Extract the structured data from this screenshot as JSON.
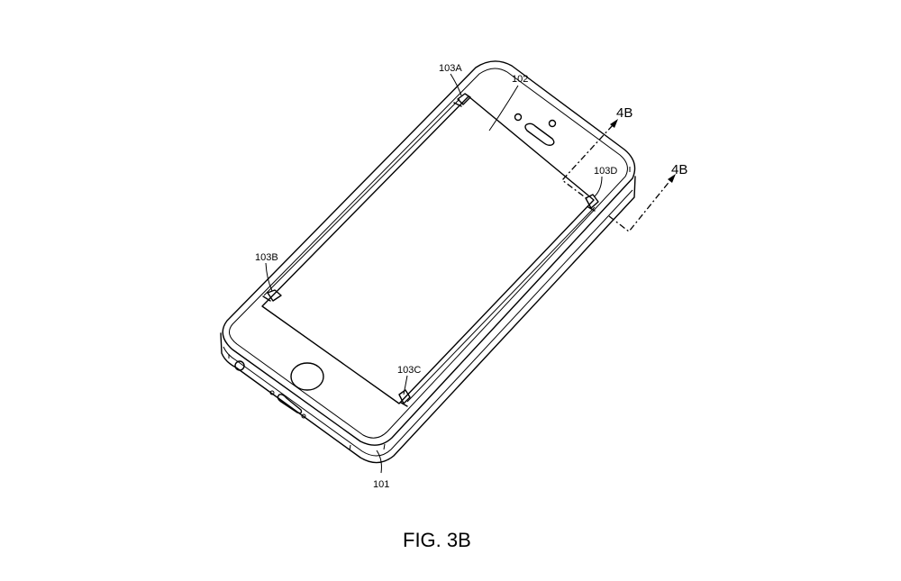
{
  "figure": {
    "caption": "FIG. 3B",
    "labels": {
      "housing": "101",
      "cover": "102",
      "tab_a": "103A",
      "tab_b": "103B",
      "tab_c": "103C",
      "tab_d": "103D",
      "section_top": "4B",
      "section_bottom": "4B"
    }
  }
}
